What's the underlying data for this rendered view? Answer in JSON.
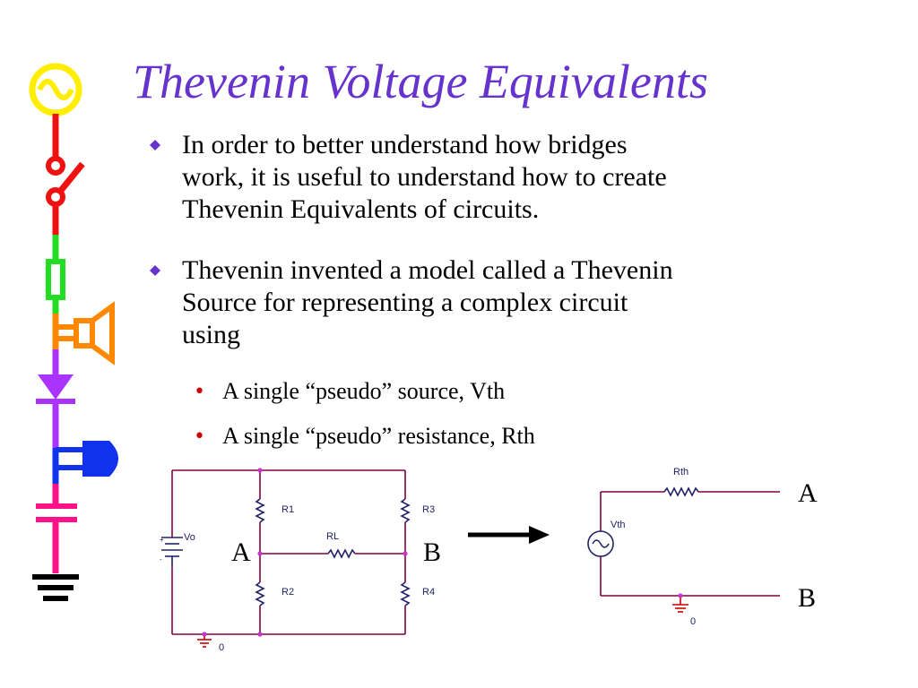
{
  "slide": {
    "title": "Thevenin Voltage Equivalents",
    "bullets": [
      {
        "lines": [
          "In order to better understand how bridges",
          "work, it is useful to understand how to create",
          "Thevenin Equivalents of circuits."
        ]
      },
      {
        "lines": [
          "Thevenin invented a model called a Thevenin",
          "Source for representing a complex circuit",
          "using"
        ]
      }
    ],
    "sub_bullets": [
      "A single “pseudo” source, Vth",
      "A single “pseudo” resistance, Rth"
    ],
    "bullet_mark": "•",
    "colors": {
      "title": "#6633cc",
      "bullet": "#6633cc",
      "sub_bullet": "#cc0000",
      "wire": "#800040",
      "node_dot": "#cc33cc",
      "ground": "#cc0000"
    }
  },
  "bridge_circuit": {
    "source_label": "Vo",
    "resistors": [
      "R1",
      "R2",
      "R3",
      "R4",
      "RL"
    ],
    "node_a": "A",
    "node_b": "B",
    "ground_label": "0"
  },
  "thevenin_circuit": {
    "source_label": "Vth",
    "resistor_label": "Rth",
    "terminal_a": "A",
    "terminal_b": "B",
    "ground_label": "0"
  },
  "decoration": {
    "icons": [
      "ac-source-icon",
      "switch-icon",
      "fuse-icon",
      "speaker-icon",
      "diode-icon",
      "lamp-icon",
      "capacitor-icon",
      "ground-icon"
    ]
  }
}
